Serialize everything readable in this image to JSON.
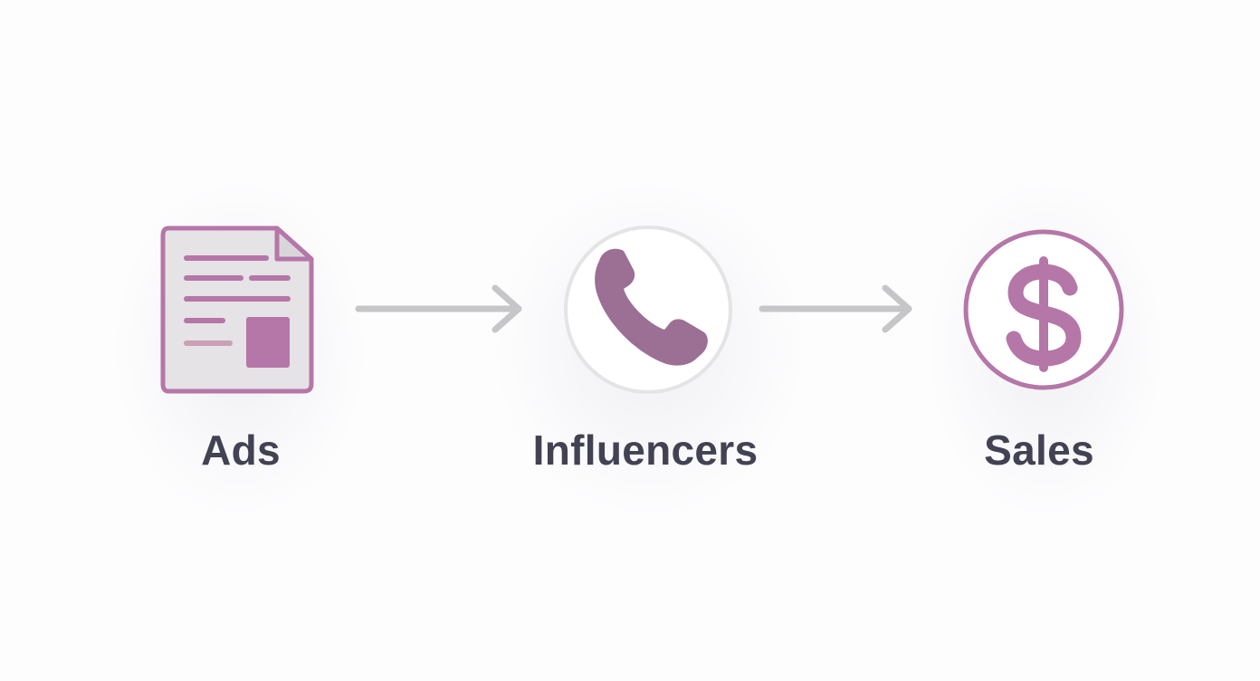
{
  "colors": {
    "accent": "#b576a8",
    "accent_dark": "#9c6f94",
    "doc_fill": "#e5e3e6",
    "circle_outline_light": "#e4e4e6",
    "arrow": "#c6c6c8",
    "label_text": "#434253",
    "background": "#fdfdfe"
  },
  "nodes": [
    {
      "id": "ads",
      "label": "Ads",
      "icon": "document-icon"
    },
    {
      "id": "influencers",
      "label": "Influencers",
      "icon": "phone-icon"
    },
    {
      "id": "sales",
      "label": "Sales",
      "icon": "dollar-icon"
    }
  ],
  "edges": [
    {
      "from": "ads",
      "to": "influencers"
    },
    {
      "from": "influencers",
      "to": "sales"
    }
  ]
}
